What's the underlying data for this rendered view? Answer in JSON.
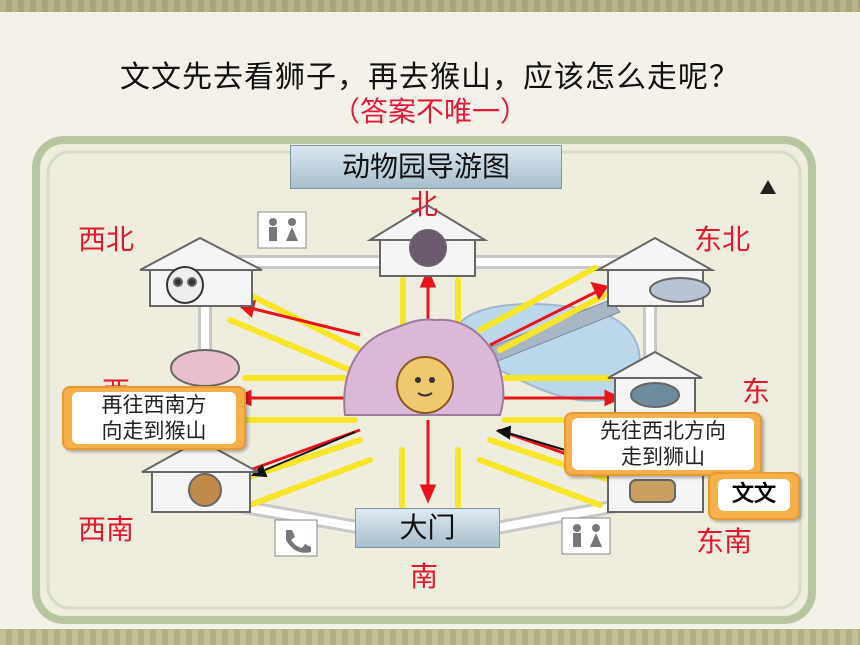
{
  "question": "文文先去看狮子，再去猴山，应该怎么走呢？",
  "note": "（答案不唯一）",
  "map_title": "动物园导游图",
  "directions": {
    "north": "北",
    "south": "南",
    "east": "东",
    "west": "西",
    "northeast": "东北",
    "northwest": "西北",
    "southeast": "东南",
    "southwest": "西南"
  },
  "gate_label": "大门",
  "callout_first": "先往西北方向走到狮山",
  "callout_first_lines": [
    "先往西北方向",
    "走到狮山"
  ],
  "callout_second_lines": [
    "再往西南方",
    "向走到猴山"
  ],
  "person_label": "文文",
  "colors": {
    "direction_text": "#e0192e",
    "arrow_red": "#e8141c",
    "ray_yellow": "#f5e62a",
    "callout": "#f6b04a"
  }
}
